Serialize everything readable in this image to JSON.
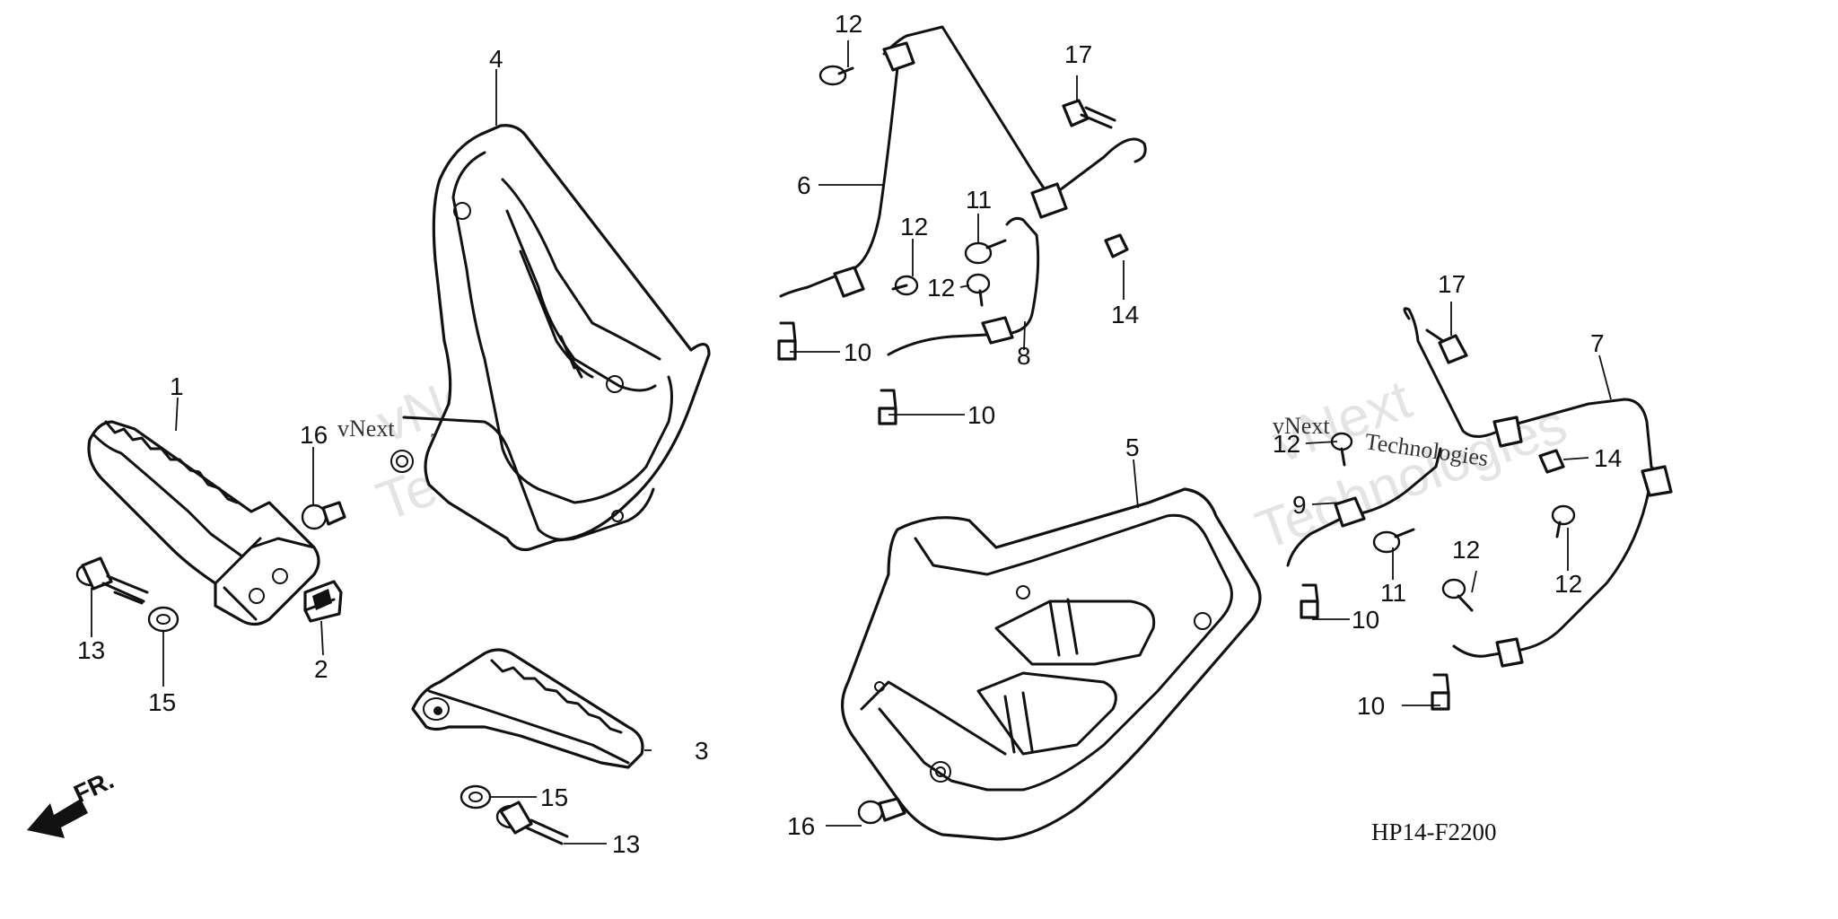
{
  "diagram_code": "HP14-F2200",
  "direction_label": "FR.",
  "watermark": {
    "line1": "vNext",
    "line2": "Technologies"
  },
  "callouts": [
    {
      "label": "1"
    },
    {
      "label": "2"
    },
    {
      "label": "3"
    },
    {
      "label": "4"
    },
    {
      "label": "5"
    },
    {
      "label": "6"
    },
    {
      "label": "7"
    },
    {
      "label": "8"
    },
    {
      "label": "9"
    },
    {
      "label": "10"
    },
    {
      "label": "10"
    },
    {
      "label": "10"
    },
    {
      "label": "10"
    },
    {
      "label": "11"
    },
    {
      "label": "11"
    },
    {
      "label": "12"
    },
    {
      "label": "12"
    },
    {
      "label": "12"
    },
    {
      "label": "12"
    },
    {
      "label": "12"
    },
    {
      "label": "12"
    },
    {
      "label": "13"
    },
    {
      "label": "13"
    },
    {
      "label": "14"
    },
    {
      "label": "14"
    },
    {
      "label": "15"
    },
    {
      "label": "15"
    },
    {
      "label": "16"
    },
    {
      "label": "16"
    },
    {
      "label": "17"
    },
    {
      "label": "17"
    }
  ]
}
